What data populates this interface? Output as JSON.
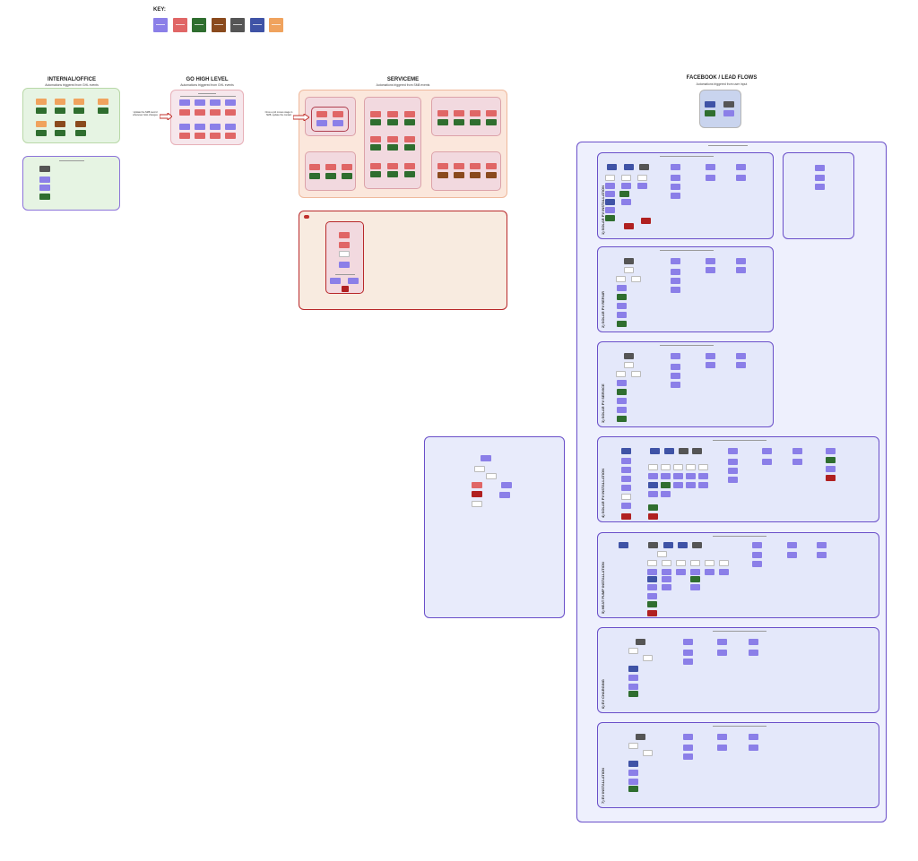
{
  "key": {
    "label": "KEY:",
    "swatches": [
      {
        "name": "purple",
        "color": "#8b7fe8"
      },
      {
        "name": "red",
        "color": "#e06666"
      },
      {
        "name": "green",
        "color": "#2f6e2f"
      },
      {
        "name": "brown",
        "color": "#8a4a1d"
      },
      {
        "name": "grey",
        "color": "#555555"
      },
      {
        "name": "blue",
        "color": "#3f53a6"
      },
      {
        "name": "orange",
        "color": "#f0a35e"
      }
    ]
  },
  "sections": {
    "internal": {
      "title": "INTERNAL/OFFICE",
      "subtitle": "Automations triggered from GHL events"
    },
    "ghl": {
      "title": "GO HIGH LEVEL",
      "subtitle": "Automations triggered from GHL events"
    },
    "serviceme": {
      "title": "SERVICEME",
      "subtitle": "Automations triggered from SM8 events"
    },
    "facebook": {
      "title": "FACEBOOK / LEAD FLOWS",
      "subtitle": "Automations triggered from user input"
    }
  },
  "colors": {
    "internal_bg": "#e6f4e3",
    "internal_border": "#b9d8a8",
    "ghl_bg": "#f6e7ec",
    "ghl_border": "#e7b0b8",
    "sm_bg": "#fbe7dc",
    "sm_border": "#efb99c",
    "sm_sub_bg": "#f2d9df",
    "sm_sub_border": "#dca2a9",
    "red_panel_bg": "#f8ebe0",
    "red_panel_border": "#b8282a",
    "blue_bg": "#e8ebfb",
    "blue_border": "#6a4fc9",
    "fb_bg": "#c9d4ee",
    "fb_border": "#b5b5b5"
  },
  "labels": {
    "ghl_arrow_note": "Update the SM8 record whenever GHL changes",
    "sm_arrow_note": "Once a job moves stage in SM8, update the contact"
  },
  "ghl_lead_flows": {
    "flows": [
      {
        "label": "1) SOLAR PV INSTALLATION"
      },
      {
        "label": "2) SOLAR PV REPAIR"
      },
      {
        "label": "3) SOLAR PV SERVICE"
      },
      {
        "label": "4) SOLAR PV INSTALLATION"
      },
      {
        "label": "5) HEAT PUMP INSTALLATION"
      },
      {
        "label": "6) EV CHARGING"
      },
      {
        "label": "7) EV INSTALLATION"
      }
    ]
  }
}
